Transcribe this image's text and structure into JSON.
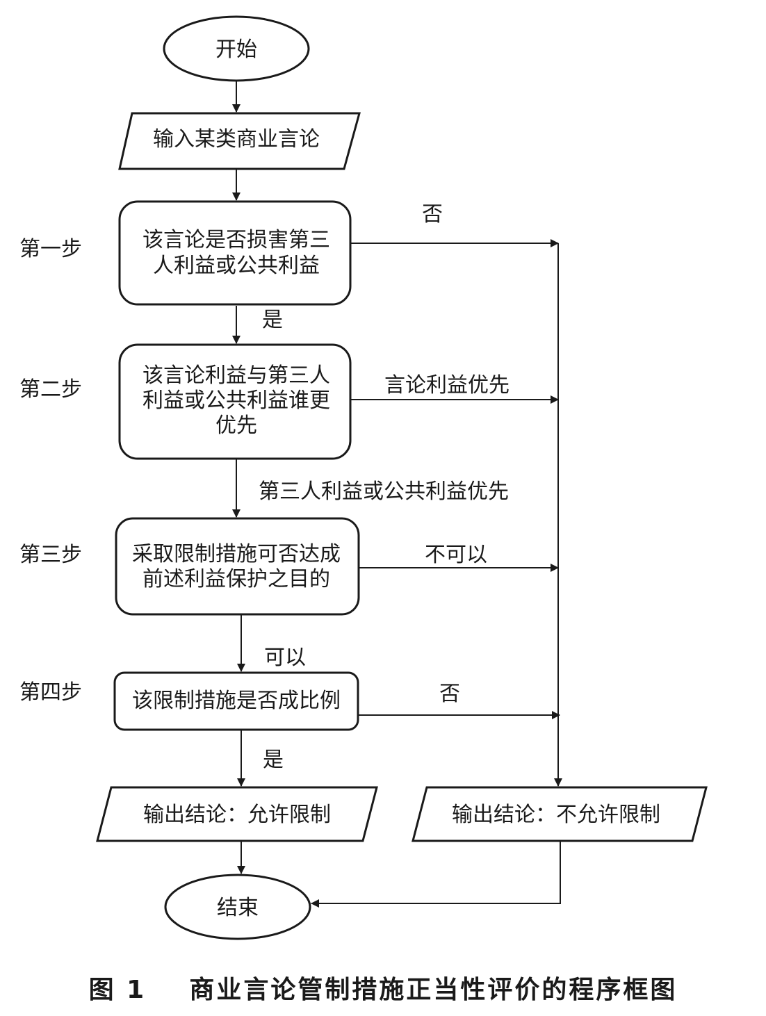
{
  "nodes": {
    "start": "开始",
    "input": "输入某类商业言论",
    "q1": [
      "该言论是否损害第三",
      "人利益或公共利益"
    ],
    "q2": [
      "该言论利益与第三人",
      "利益或公共利益谁更",
      "优先"
    ],
    "q3": [
      "采取限制措施可否达成",
      "前述利益保护之目的"
    ],
    "q4": "该限制措施是否成比例",
    "out_allow": "输出结论：允许限制",
    "out_deny": "输出结论：不允许限制",
    "end": "结束"
  },
  "steps": [
    "第一步",
    "第二步",
    "第三步",
    "第四步"
  ],
  "edges": {
    "q1_no": "否",
    "q1_yes": "是",
    "q2_speech": "言论利益优先",
    "q2_public": "第三人利益或公共利益优先",
    "q3_no": "不可以",
    "q3_yes": "可以",
    "q4_no": "否",
    "q4_yes": "是"
  },
  "caption": {
    "label": "图 1",
    "title": "商业言论管制措施正当性评价的程序框图"
  }
}
